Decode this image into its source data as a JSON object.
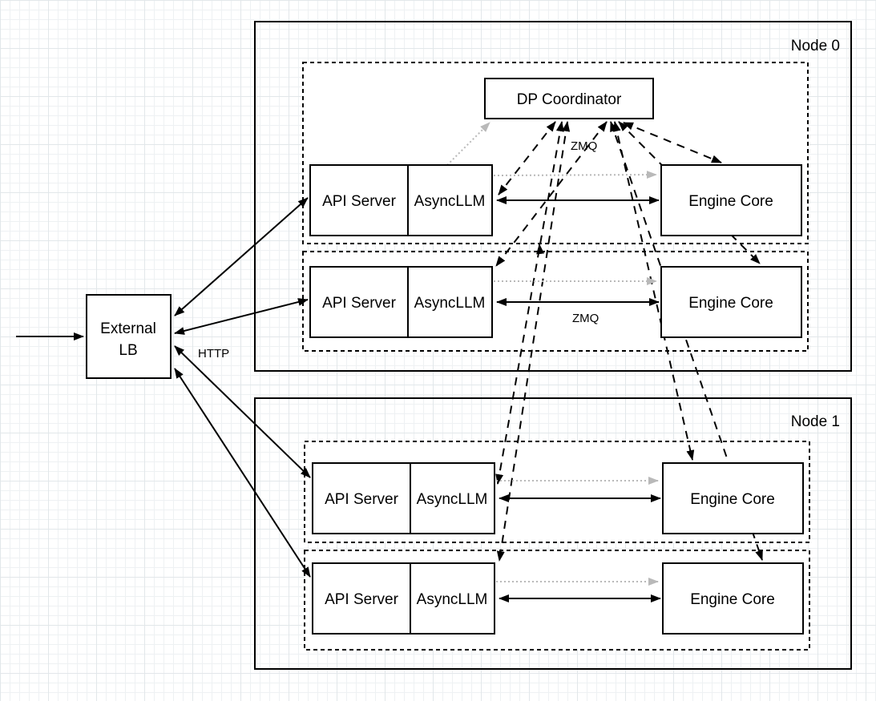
{
  "diagram": {
    "node0": {
      "label": "Node 0"
    },
    "node1": {
      "label": "Node 1"
    },
    "external_lb": {
      "line1": "External",
      "line2": "LB"
    },
    "dp_coordinator": {
      "label": "DP Coordinator"
    },
    "rows": [
      {
        "api_server": "API Server",
        "async_llm": "AsyncLLM",
        "engine_core": "Engine Core"
      },
      {
        "api_server": "API Server",
        "async_llm": "AsyncLLM",
        "engine_core": "Engine Core"
      },
      {
        "api_server": "API Server",
        "async_llm": "AsyncLLM",
        "engine_core": "Engine Core"
      },
      {
        "api_server": "API Server",
        "async_llm": "AsyncLLM",
        "engine_core": "Engine Core"
      }
    ],
    "labels": {
      "http": "HTTP",
      "zmq_coordinator": "ZMQ",
      "zmq_row2": "ZMQ"
    },
    "colors": {
      "stroke": "#000000",
      "gray_link": "#b9b9b9",
      "shape_fill": "#ffffff",
      "grid_minor": "#eef1f3",
      "grid_major": "#e2e7ea"
    }
  }
}
